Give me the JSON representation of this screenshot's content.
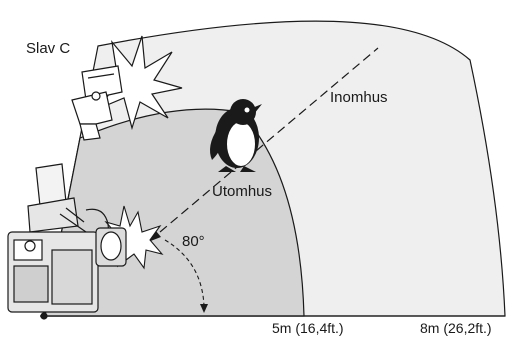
{
  "labels": {
    "slave": "Slav C",
    "indoor": "Inomhus",
    "outdoor": "Utomhus",
    "angle": "80°",
    "range_outdoor": "5m (16,4ft.)",
    "range_indoor": "8m (26,2ft.)"
  },
  "icons": [
    "slave-flash-icon",
    "camera-with-ring-flash-icon",
    "penguin-icon",
    "flash-burst-icon"
  ],
  "colors": {
    "indoor_zone": "#efefef",
    "outdoor_zone": "#d4d4d4",
    "outline": "#1a1a1a"
  }
}
